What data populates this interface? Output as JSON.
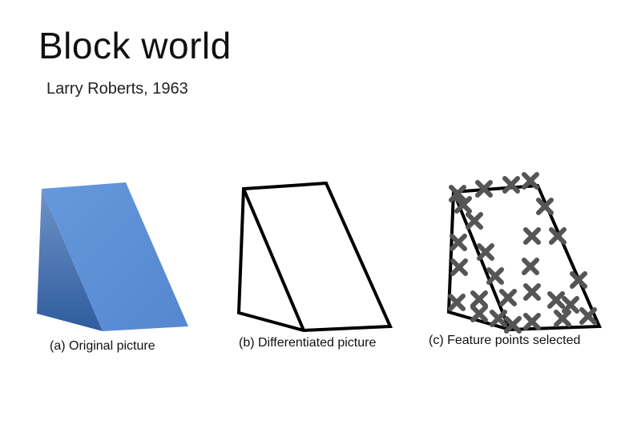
{
  "slide": {
    "title": "Block world",
    "subtitle": "Larry Roberts, 1963"
  },
  "figures": [
    {
      "id": "a",
      "caption": "(a) Original picture",
      "fill_front": "#5b8fd6",
      "fill_side": "#3d6db4"
    },
    {
      "id": "b",
      "caption": "(b) Differentiated picture",
      "stroke": "#000000"
    },
    {
      "id": "c",
      "caption": "(c) Feature points selected",
      "marker_color": "#555555"
    }
  ]
}
